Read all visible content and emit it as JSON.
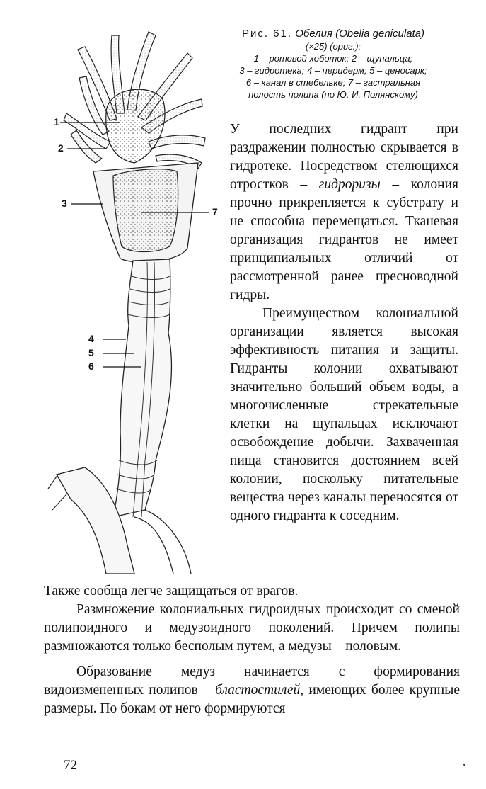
{
  "figure": {
    "caption_fig": "Рис. 61.",
    "caption_title": "Обелия (Obelia geniculata)",
    "caption_lines": [
      "(×25) (ориг.):",
      "1 – ротовой хоботок; 2 – щупальца;",
      "3 – гидротека; 4 – перидерм; 5 – ценосарк;",
      "6 – канал в стебельке; 7 – гастральная",
      "полость полипа (по Ю. И. Полянскому)"
    ],
    "labels": [
      "1",
      "2",
      "3",
      "4",
      "5",
      "6",
      "7"
    ]
  },
  "column_paragraphs": [
    "У последних гидрант при раздражении полностью скрывается в гидротеке. Посредством стелющихся отростков – ",
    "гидроризы",
    " – колония прочно прикрепляется к субстрату и не способна перемещаться. Тканевая организация гидрантов не имеет принципиальных отличий от рассмотренной ранее пресноводной гидры.",
    "Преимуществом колониальной организации является высокая эффективность питания и защиты. Гидранты колонии охватывают значительно больший объем воды, а многочисленные стрекательные клетки на щупальцах исключают освобождение добычи. Захваченная пища становится достоянием всей колонии, поскольку питательные вещества через каналы переносятся от одного гидранта к соседним."
  ],
  "full_paragraphs": [
    "Также сообща легче защищаться от врагов.",
    "Размножение колониальных гидроидных происходит со сменой полипоидного и медузоидного поколений. Причем полипы размножаются только бесполым путем, а медузы – половым.",
    "Образование медуз начинается с формирования видоизмененных полипов – ",
    "бластостилей",
    ", имеющих более крупные размеры. По бокам от него формируются"
  ],
  "page_number": "72"
}
